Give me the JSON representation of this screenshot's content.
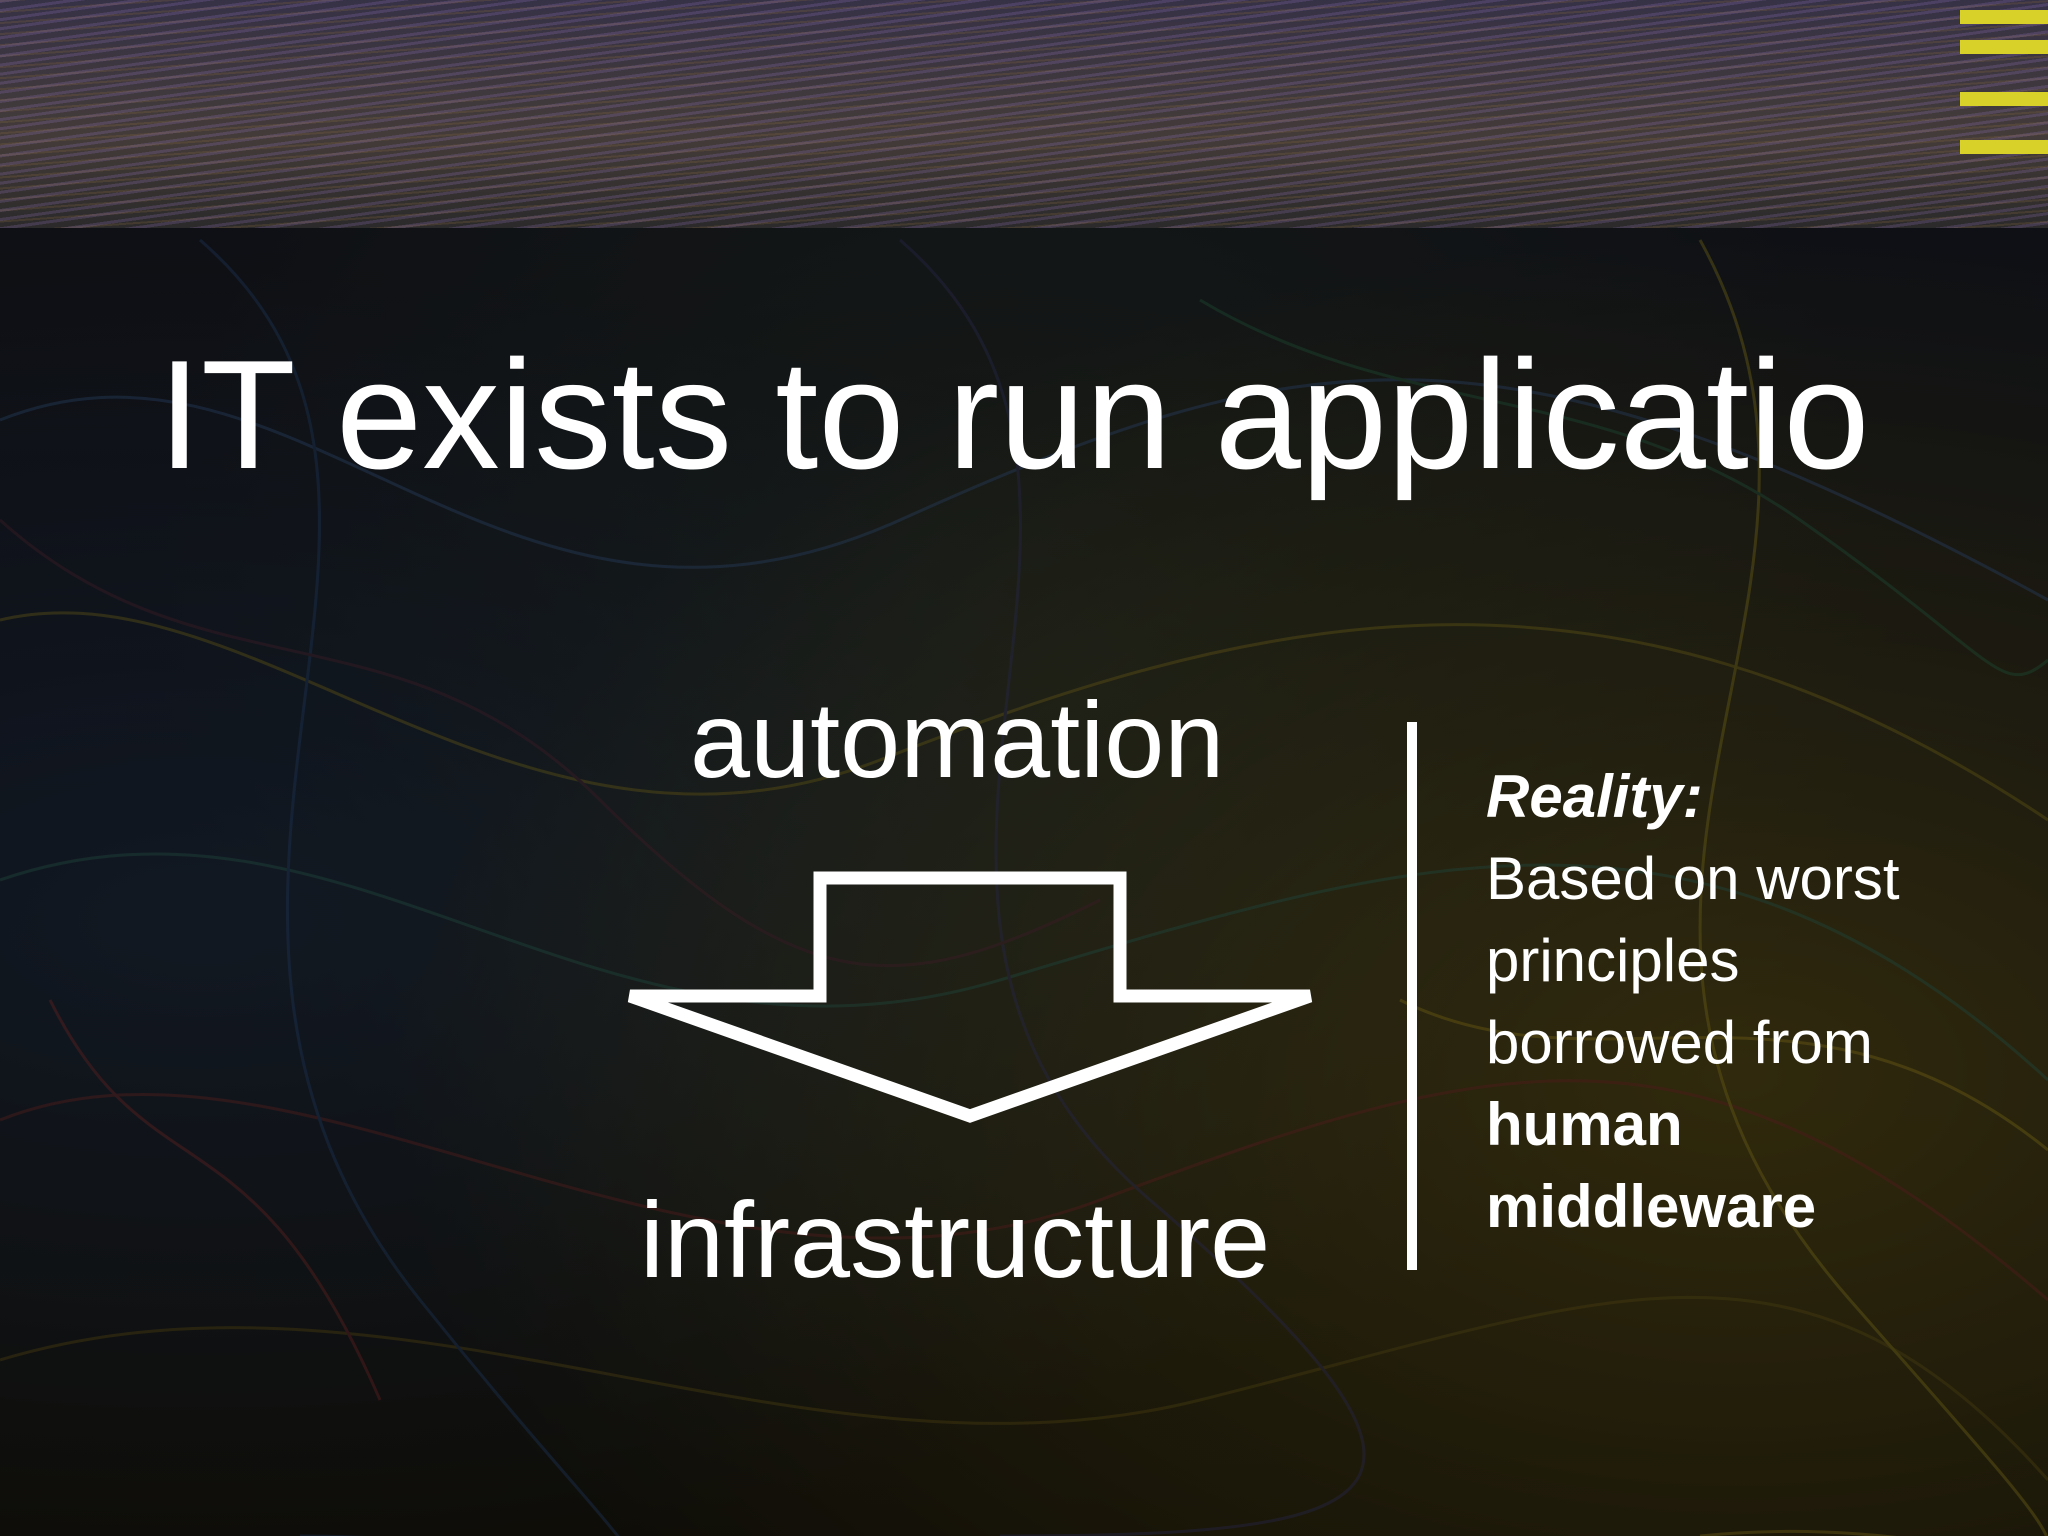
{
  "slide": {
    "title": "IT exists to run applicatio",
    "diagram": {
      "top_label": "automation",
      "bottom_label": "infrastructure",
      "arrow_icon": "down-arrow-icon"
    },
    "reality": {
      "heading": "Reality:",
      "lines": [
        "Based on worst",
        "principles",
        "borrowed from"
      ],
      "emphasis_lines": [
        "human",
        "middleware"
      ]
    }
  },
  "colors": {
    "text": "#ffffff",
    "accent": "#d8d12a",
    "background": "#11141a"
  }
}
